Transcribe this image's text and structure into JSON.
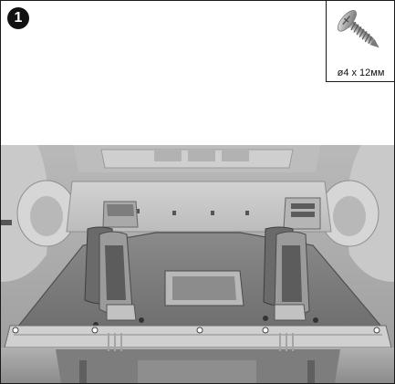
{
  "step": {
    "number": "1"
  },
  "fastener": {
    "icon": "screw-icon",
    "spec": "ø4 x 12мм"
  },
  "illustration": {
    "icon": "assembly-part-image"
  }
}
